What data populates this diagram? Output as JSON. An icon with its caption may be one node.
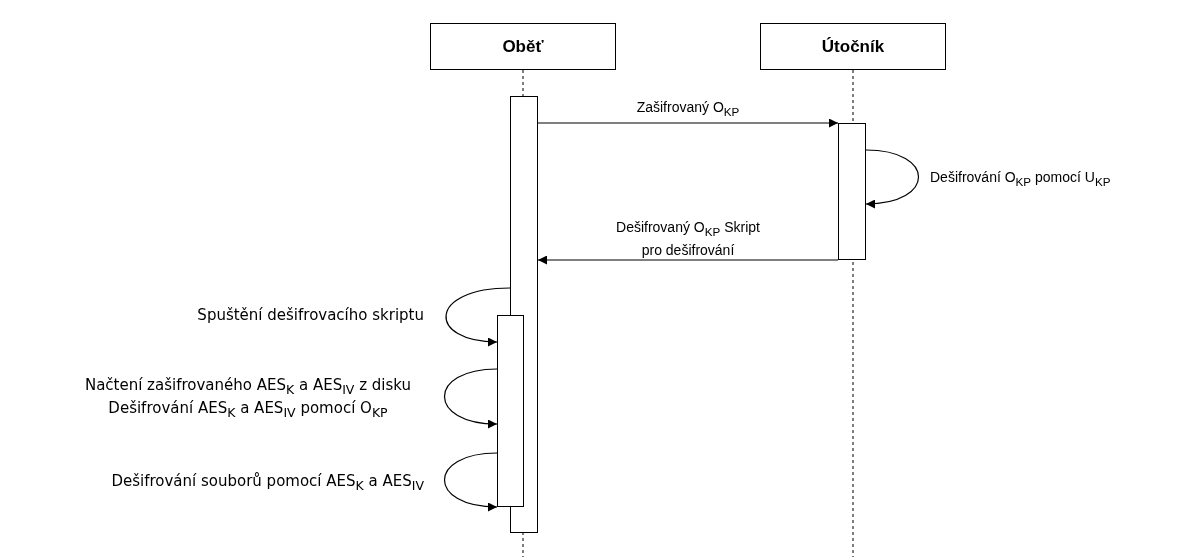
{
  "diagram": {
    "nodes": [
      {
        "text": [
          "Oběť"
        ]
      },
      {
        "text": [
          "Útočník"
        ]
      },
      {
        "text": [],
        "shape": "bar"
      },
      {
        "text": [],
        "shape": "bar"
      },
      {
        "text": [],
        "shape": "bar"
      }
    ],
    "edges": [
      {
        "from": 2,
        "to": 3,
        "arrow": "to",
        "label": "Zašifrovaný O$_{KP}$"
      },
      {
        "from": 3,
        "to": 3,
        "arrow": "to",
        "label": "Dešifrování O$_{KP}$ pomocí U$_{KP}$"
      },
      {
        "from": 3,
        "to": 2,
        "arrow": "to",
        "label": "Dešifrovaný O$_{KP}$ Skript pro dešifrování"
      },
      {
        "from": 2,
        "to": 4,
        "arrow": "to",
        "label": "Spuštění dešifrovacího skriptu"
      },
      {
        "from": 4,
        "to": 4,
        "arrow": "to",
        "label": "Načtení zašifrovaného AES$_{K}$ a AES$_{IV}$ z disku Dešifrování AES$_{K}$ a AES$_{IV}$ pomocí O$_{KP}$"
      },
      {
        "from": 4,
        "to": 4,
        "arrow": "to",
        "label": "Dešifrování souborů pomocí AES$_{K}$ a AES$_{IV}$"
      }
    ]
  }
}
